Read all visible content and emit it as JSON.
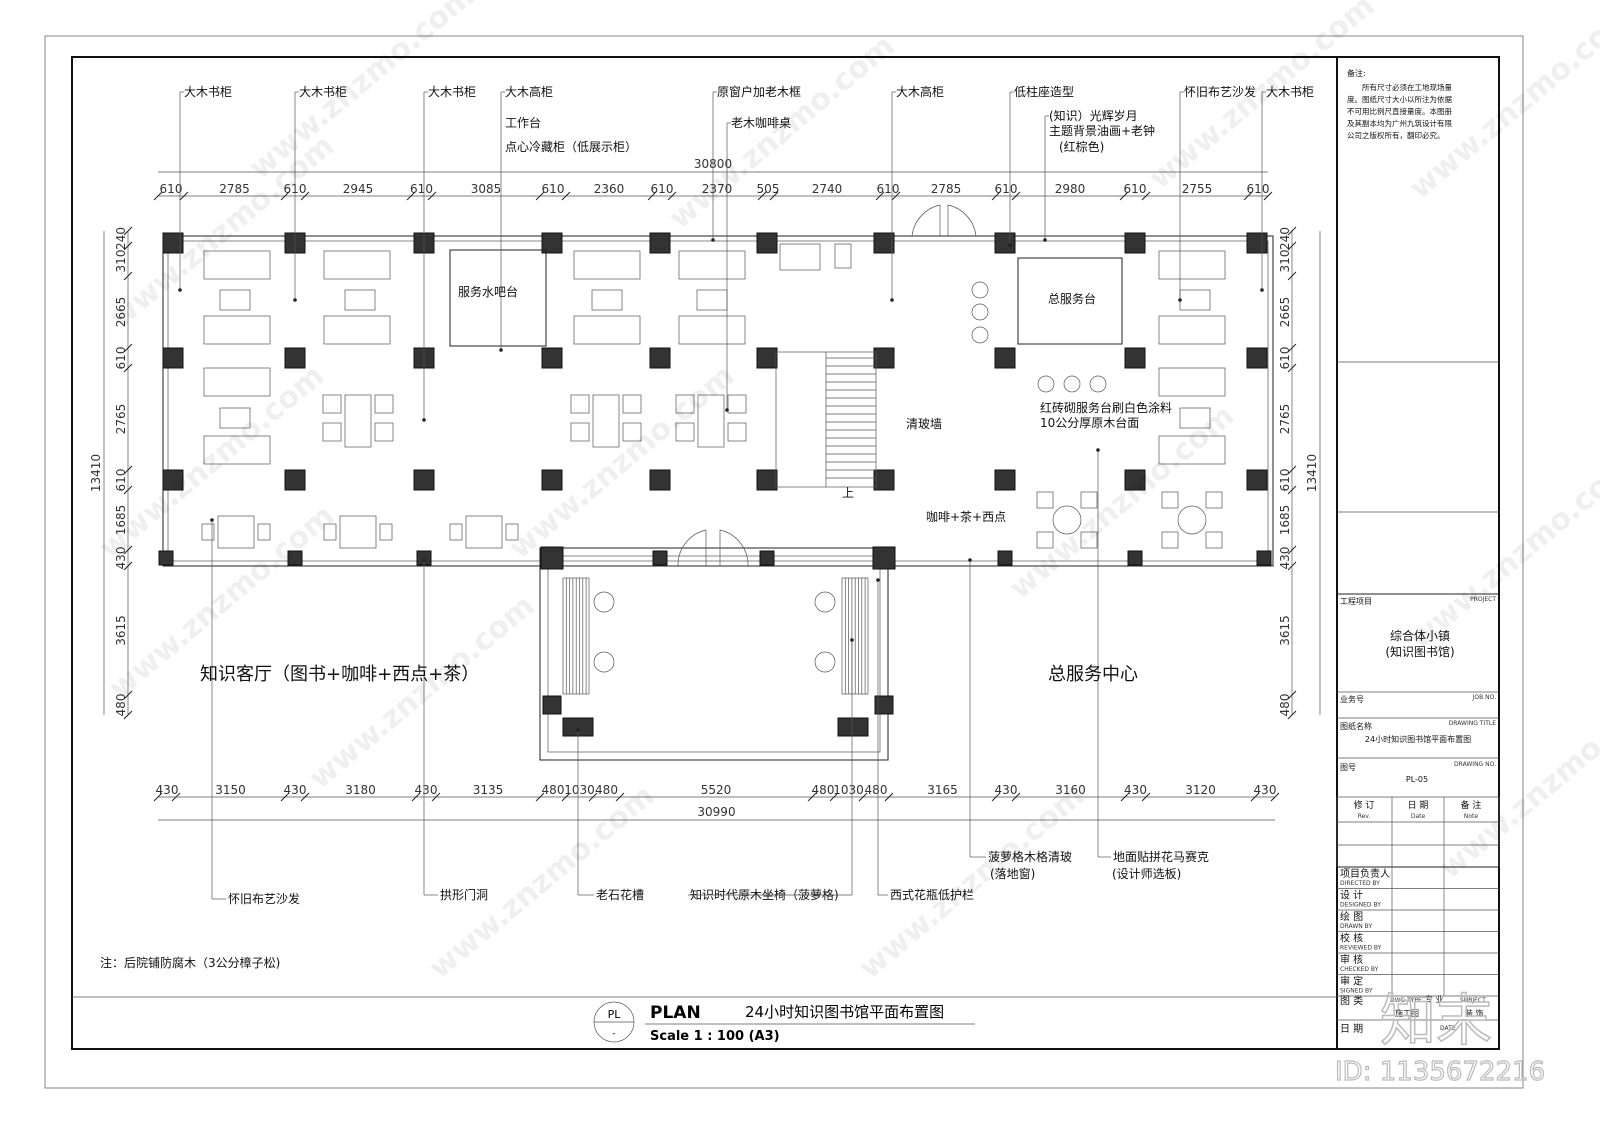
{
  "drawing": {
    "top_labels": [
      "大木书柜",
      "大木书柜",
      "大木书柜",
      "大木高柜",
      "工作台",
      "点心冷藏柜（低展示柜）",
      "原窗户加老木框",
      "老木咖啡桌",
      "大木高柜",
      "低柱座造型",
      "(知识）光辉岁月",
      "主题背景油画+老钟",
      "(红棕色)",
      "怀旧布艺沙发",
      "大木书柜"
    ],
    "top_total": "30800",
    "top_dims": [
      "610",
      "2785",
      "610",
      "2945",
      "610",
      "3085",
      "610",
      "2360",
      "610",
      "2370",
      "505",
      "2740",
      "610",
      "2785",
      "610",
      "2980",
      "610",
      "2755",
      "610"
    ],
    "bottom_total": "30990",
    "bottom_dims": [
      "430",
      "3150",
      "430",
      "3180",
      "430",
      "3135",
      "480",
      "1030",
      "480",
      "5520",
      "480",
      "1030",
      "480",
      "3165",
      "430",
      "3160",
      "430",
      "3120",
      "430"
    ],
    "left_total": "13410",
    "left_dims": [
      "240",
      "310",
      "2665",
      "610",
      "2765",
      "610",
      "1685",
      "430",
      "3615",
      "480"
    ],
    "right_total": "13410",
    "right_dims": [
      "240",
      "310",
      "2665",
      "610",
      "2765",
      "610",
      "1685",
      "430",
      "3615",
      "480"
    ],
    "room_labels": [
      "服务水吧台",
      "总服务台",
      "清玻墙",
      "咖啡+茶+西点",
      "红砖砌服务台刷白色涂料",
      "10公分厚原木台面",
      "上"
    ],
    "zone_labels": [
      "知识客厅（图书+咖啡+西点+茶）",
      "总服务中心"
    ],
    "bottom_labels": [
      "怀旧布艺沙发",
      "拱形门洞",
      "老石花槽",
      "知识时代原木坐椅（菠萝格)",
      "西式花瓶低护栏",
      "菠萝格木格清玻",
      "(落地窗)",
      "地面贴拼花马赛克",
      "(设计师选板)"
    ],
    "note": "注：后院铺防腐木（3公分樟子松)"
  },
  "title": {
    "symbol_top": "PL",
    "symbol_bottom": "-",
    "plan": "PLAN",
    "name": "24小时知识图书馆平面布置图",
    "scale": "Scale 1 : 100 (A3)"
  },
  "title_block": {
    "remarks_label": "备注:",
    "remarks_lines": [
      "　　所有尺寸必须在工地现场量",
      "度。图纸尺寸大小以所注为依据",
      "不可用比例尺直接量度。本图册",
      "及其副本均为广州九筑设计有限",
      "公司之版权所有，翻印必究。"
    ],
    "project_label": "工程项目",
    "project_en": "PROJECT",
    "project_name": "综合体小镇",
    "project_sub": "(知识图书馆)",
    "job_label": "业务号",
    "job_en": "JOB NO.",
    "drawing_title_label": "图纸名称",
    "drawing_title_en": "DRAWING TITLE",
    "drawing_title": "24小时知识图书馆平面布置图",
    "drawing_no_label": "图号",
    "drawing_no_en": "DRAWING NO.",
    "drawing_no": "PL-05",
    "rev_cols": [
      [
        "修 订",
        "Rev."
      ],
      [
        "日 期",
        "Date"
      ],
      [
        "备 注",
        "Note"
      ]
    ],
    "signoffs": [
      [
        "项目负责人",
        "DIRECTED BY"
      ],
      [
        "设 计",
        "DESIGNED BY"
      ],
      [
        "绘 图",
        "DRAWN BY"
      ],
      [
        "校 核",
        "REVIEWED BY"
      ],
      [
        "审 核",
        "CHECKED BY"
      ],
      [
        "审 定",
        "SIGNED BY"
      ]
    ],
    "type_label": "图 类",
    "type_en": "DWG TYPE",
    "type_value": "施工图",
    "subject_label": "专 业",
    "subject_en": "SUBJECT",
    "subject_value": "装 饰",
    "date_label": "日 期",
    "date_en": "DATE"
  },
  "watermark": {
    "site": "www.znzmo.com",
    "brand": "知末",
    "id": "ID: 1135672216"
  }
}
